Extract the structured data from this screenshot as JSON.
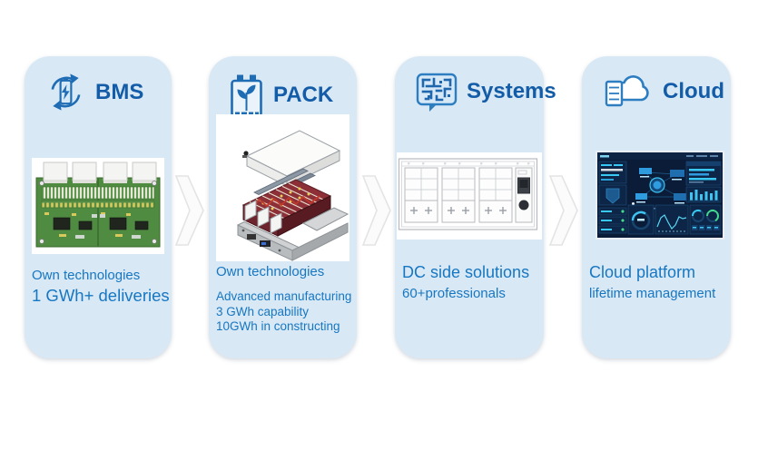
{
  "slide": {
    "background": "#ffffff",
    "card_background": "#d9e8f5",
    "title_color": "#135ca7",
    "body_text_color": "#1677c2",
    "arrow_fill": "#fbfbfb",
    "arrow_stroke": "#e4e4e4"
  },
  "cards": [
    {
      "id": "bms",
      "title": "BMS",
      "icon": "battery-recycle-icon",
      "image": "bms-circuit-board-photo",
      "lines": [
        "Own technologies",
        "1 GWh+ deliveries"
      ]
    },
    {
      "id": "pack",
      "title": "PACK",
      "icon": "eco-battery-icon",
      "image": "battery-pack-exploded-drawing",
      "lines": [
        "Own technologies",
        "Advanced manufacturing",
        "3 GWh capability",
        "10GWh in constructing"
      ]
    },
    {
      "id": "systems",
      "title": "Systems",
      "icon": "circuit-maze-chat-icon",
      "image": "dc-container-drawing",
      "lines": [
        "DC side solutions",
        "60+professionals"
      ]
    },
    {
      "id": "cloud",
      "title": "Cloud",
      "icon": "cloud-server-icon",
      "image": "cloud-platform-dashboard",
      "lines": [
        "Cloud platform",
        "lifetime management"
      ]
    }
  ],
  "connectors": {
    "count": 3,
    "shape": "chevron-right"
  }
}
